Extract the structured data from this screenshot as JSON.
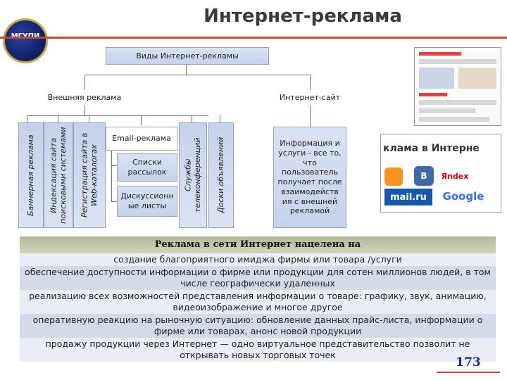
{
  "header": {
    "title": "Интернет-реклама",
    "logo_text": "МГУПИ"
  },
  "diagram": {
    "root": "Виды Интернет-рекламы",
    "branch_left": "Внешняя реклама",
    "branch_right": "Интернет-сайт",
    "vertical_items": [
      "Баннерная реклама",
      "Индексация сайта поисковыми системами",
      "Регистрация сайта в Web-каталогах",
      "Службы телеконференций",
      "Доски объявлений"
    ],
    "email_box": "Email-реклама",
    "email_children": [
      "Списки рассылок",
      "Дискуссионн ые листы"
    ],
    "site_info": "Информация и услуги - все то, что пользователь получает после взаимодейств ия с внешней рекламой"
  },
  "thumb2": {
    "title": "клама в Интерне",
    "logos": [
      "mail.ru",
      "B",
      "Яndex",
      "Google"
    ]
  },
  "list": {
    "heading": "Реклама в сети Интернет нацелена на",
    "items": [
      "создание благоприятного имиджа фирмы или товара /услуги",
      "обеспечение доступности информации о фирме или продукции для сотен миллионов людей, в том числе географически удаленных",
      "реализацию всех возможностей представления информации о товаре: графику, звук, анимацию, видеоизображение и многое другое",
      "оперативную реакцию на рыночную ситуацию: обновление данных прайс-листа, информации о фирме или товарах, анонс новой продукции",
      "продажу продукции через Интернет — одно виртуальное представительство позволит не открывать новых торговых точек"
    ]
  },
  "page_number": "173",
  "colors": {
    "accent_line": "#c04a3a",
    "box_fill": "#c5d2eb",
    "row_a": "#d3dae9",
    "row_b": "#e9edf5",
    "heading_fill": "#c4c6a8"
  }
}
